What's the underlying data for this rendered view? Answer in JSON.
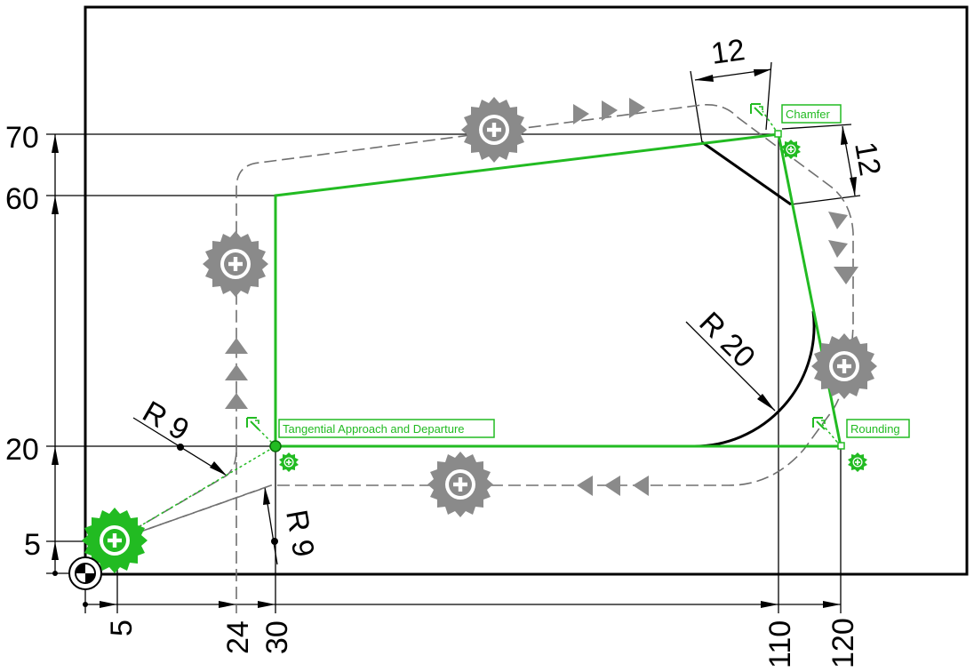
{
  "labels": {
    "chamfer": "Chamfer",
    "rounding": "Rounding",
    "tangential": "Tangential Approach and Departure"
  },
  "dimensions": {
    "x": [
      "5",
      "24",
      "30",
      "110",
      "120"
    ],
    "y": [
      "70",
      "60",
      "20",
      "5"
    ],
    "chamfer_1": "12",
    "chamfer_2": "12",
    "r20": "R 20",
    "r9_a": "R 9",
    "r9_b": "R 9"
  },
  "colors": {
    "contour": "#22bb22",
    "tool_gray": "#8a8a8a",
    "tool_green": "#22bb22",
    "lines": "#000000",
    "toolpath": "#707070"
  },
  "icons": [
    "milling-cutter-icon",
    "origin-icon",
    "approach-point-icon"
  ]
}
